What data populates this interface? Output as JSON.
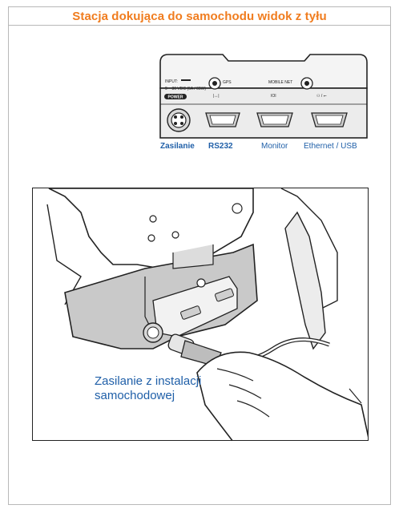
{
  "title": "Stacja dokująca do samochodu widok z tyłu",
  "panel": {
    "input_label": "INPUT:",
    "voltage": "9 ~ 36 VDC (6A / 65W)",
    "power_label": "POWER",
    "gps_label": "GPS",
    "mobile_net_label": "MOBILE NET",
    "ports": [
      {
        "label": "Zasilanie"
      },
      {
        "label": "RS232"
      },
      {
        "label": "Monitor"
      },
      {
        "label": "Ethernet / USB"
      }
    ]
  },
  "caption": "Zasilanie z instalacji\nsamochodowej"
}
